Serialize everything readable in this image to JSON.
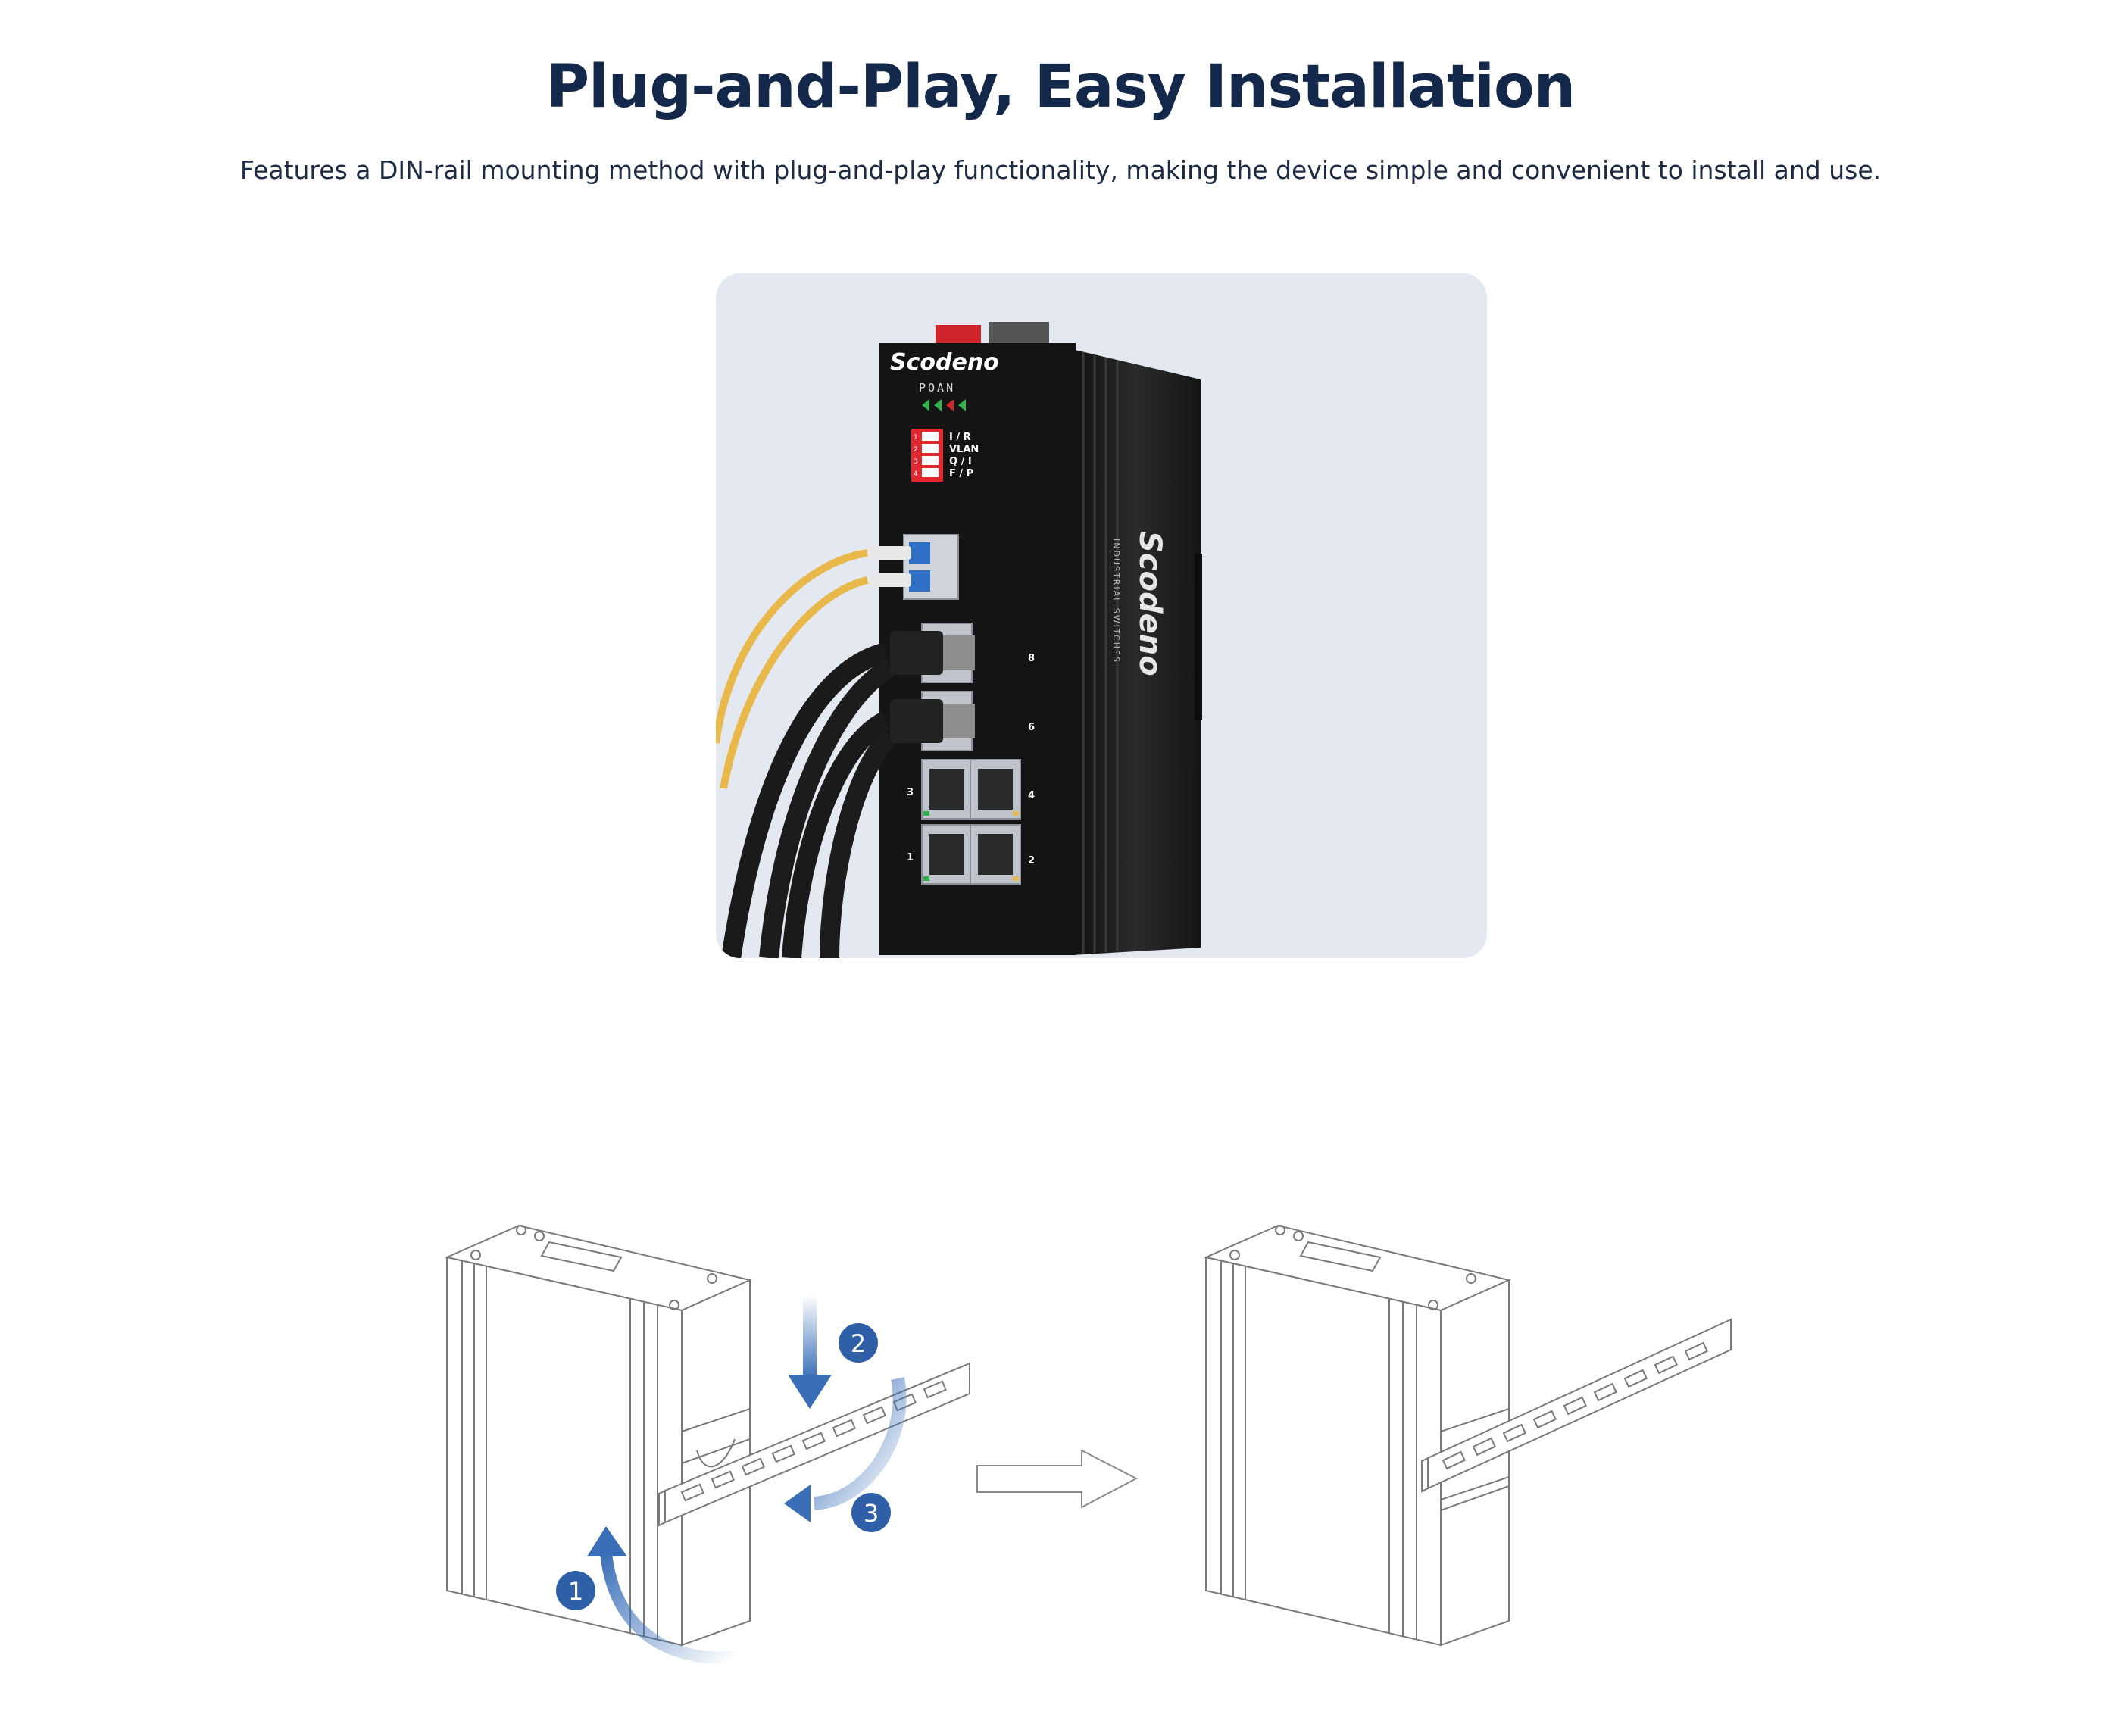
{
  "header": {
    "title": "Plug-and-Play, Easy Installation",
    "subtitle": "Features a DIN-rail mounting method with plug-and-play functionality, making the device simple and convenient to install and use."
  },
  "device": {
    "brand": "Scodeno",
    "brand_side": "Scodeno",
    "side_text": "INDUSTRIAL SWITCHES",
    "led_label": "POAN",
    "dip_switches": [
      {
        "num": "1",
        "label": "I / R"
      },
      {
        "num": "2",
        "label": "VLAN"
      },
      {
        "num": "3",
        "label": "Q / I"
      },
      {
        "num": "4",
        "label": "F / P"
      }
    ],
    "port_numbers": [
      "8",
      "6",
      "3",
      "4",
      "1",
      "2"
    ]
  },
  "installation": {
    "steps": [
      "1",
      "2",
      "3"
    ]
  },
  "colors": {
    "title": "#14284b",
    "card_bg": "#e4e8f1",
    "device_body": "#1a1a1a",
    "step_badge": "#2f5fa6",
    "arrow_blue": "#3a6fb8",
    "led_green": "#2fb34a",
    "led_red": "#d0262b",
    "dip_red": "#e0262f",
    "fiber_yellow": "#e8b84a",
    "lc_blue": "#2f6fc6"
  }
}
